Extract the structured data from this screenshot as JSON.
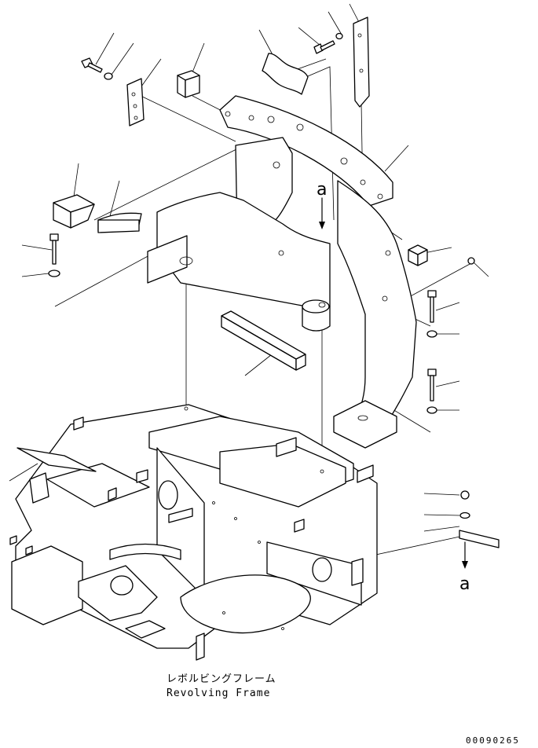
{
  "diagram": {
    "caption_jp": "レボルビングフレーム",
    "caption_en": "Revolving Frame",
    "reference_mark_top": "a",
    "reference_mark_bottom": "a",
    "drawing_code": "00090265"
  }
}
